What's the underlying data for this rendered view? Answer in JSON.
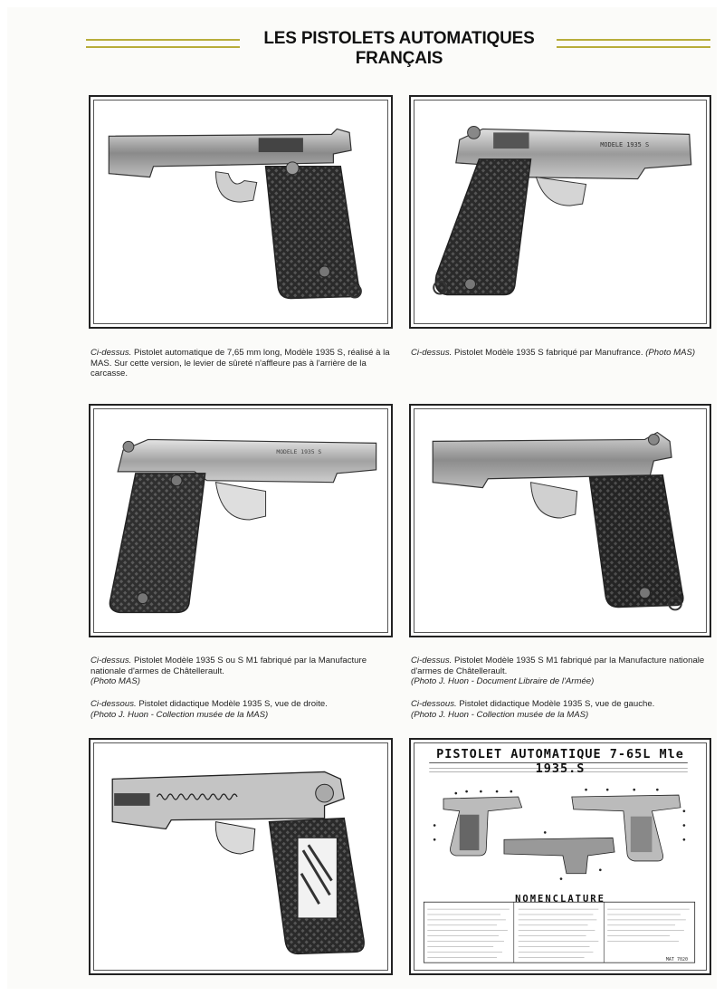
{
  "header": {
    "title": "LES PISTOLETS AUTOMATIQUES FRANÇAIS"
  },
  "captions": [
    {
      "lead": "Ci-dessus.",
      "text": " Pistolet automatique de 7,65 mm long, Modèle 1935 S, réalisé à la MAS. Sur cette version, le levier de sûreté n'affleure pas à l'arrière de la carcasse.",
      "credit": ""
    },
    {
      "lead": "Ci-dessus.",
      "text": " Pistolet Modèle 1935 S fabriqué par Manufrance.",
      "credit": " (Photo MAS)"
    },
    {
      "lead": "Ci-dessus.",
      "text": " Pistolet Modèle 1935 S ou S M1 fabriqué par la Manufacture nationale d'armes de Châtellerault.",
      "credit": "(Photo MAS)"
    },
    {
      "lead": "Ci-dessus.",
      "text": " Pistolet Modèle 1935 S M1 fabriqué par la Manufacture nationale d'armes de Châtellerault.",
      "credit": "(Photo J. Huon - Document Libraire de l'Armée)"
    },
    {
      "lead": "Ci-dessous.",
      "text": " Pistolet didactique Modèle 1935 S, vue de droite.",
      "credit": "(Photo J. Huon - Collection musée de la MAS)"
    },
    {
      "lead": "Ci-dessous.",
      "text": " Pistolet didactique Modèle 1935 S, vue de gauche.",
      "credit": "(Photo J. Huon - Collection musée de la MAS)"
    }
  ],
  "diagram": {
    "title": "PISTOLET AUTOMATIQUE 7-65L Mle 1935.S",
    "nomenclature": "NOMENCLATURE",
    "reference": "MAT 7020"
  }
}
